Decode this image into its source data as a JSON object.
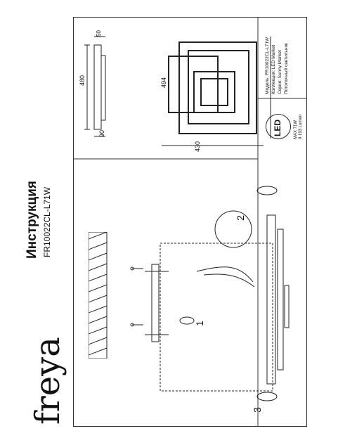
{
  "brand": "freya",
  "doc": {
    "title": "Инструкция",
    "model": "FR10022CL-L71W"
  },
  "dimensions": {
    "height_total": "480",
    "height_top": "50",
    "depth": "90",
    "diagonal": "494",
    "width": "430"
  },
  "spec": {
    "rows": [
      "Модель: FR10022CL-L71W",
      "Коллекция: LED Market",
      "Серия: Sunny Market",
      "Потолочный светильник"
    ],
    "led_label": "LED",
    "max_power": "MAX 71W",
    "lumen": "9 193 Lumen"
  },
  "steps": [
    "1",
    "2",
    "3"
  ],
  "colors": {
    "line": "#222222",
    "frame": "#333333"
  }
}
